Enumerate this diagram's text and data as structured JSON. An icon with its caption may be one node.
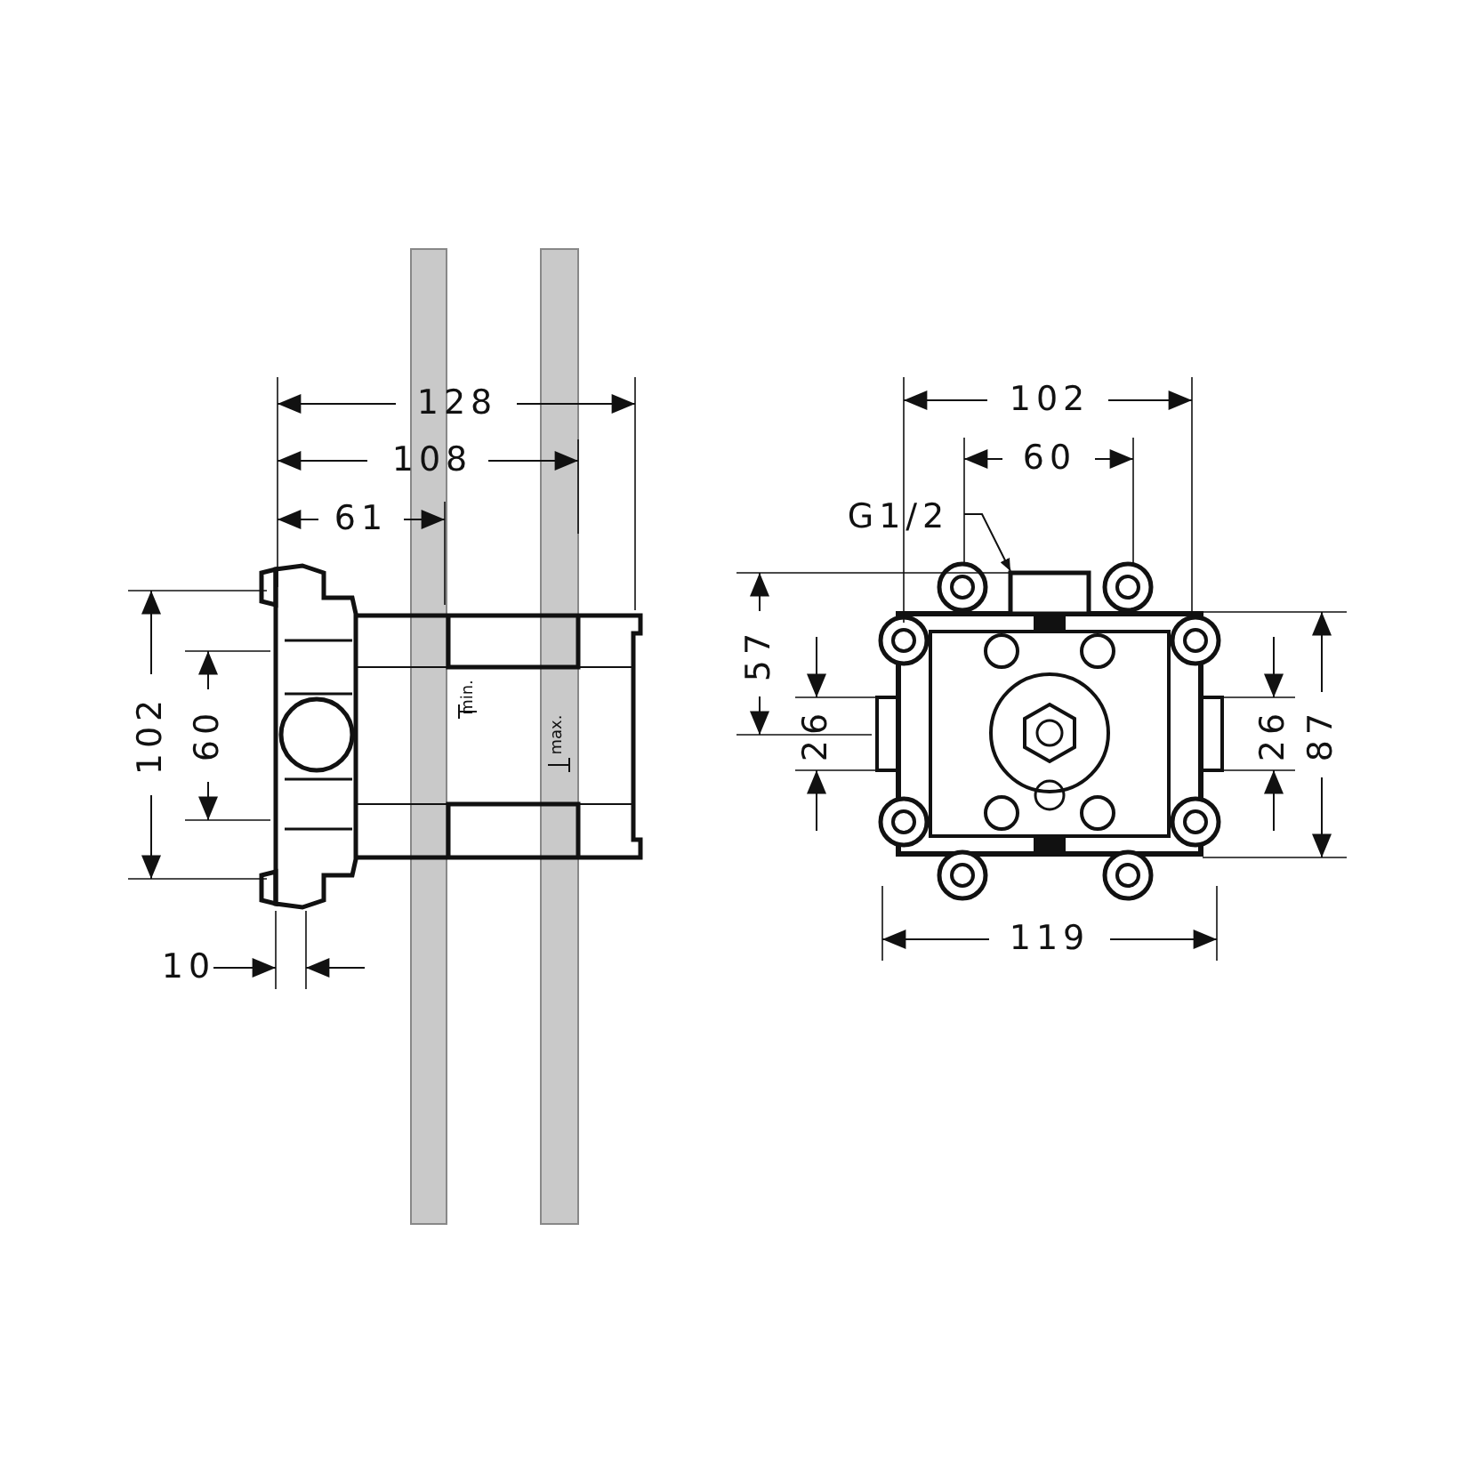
{
  "diagram": {
    "nodes": [
      {
        "text": [
          "G1/2"
        ]
      },
      {
        "text": [],
        "shape": "box"
      }
    ],
    "edges": [
      {
        "from": 0,
        "to": 1,
        "arrow": "to"
      }
    ],
    "labels": [
      "128",
      "108",
      "61",
      "102",
      "60",
      "min.",
      "max.",
      "10",
      "102",
      "60",
      "57",
      "26",
      "26",
      "87",
      "119"
    ]
  }
}
